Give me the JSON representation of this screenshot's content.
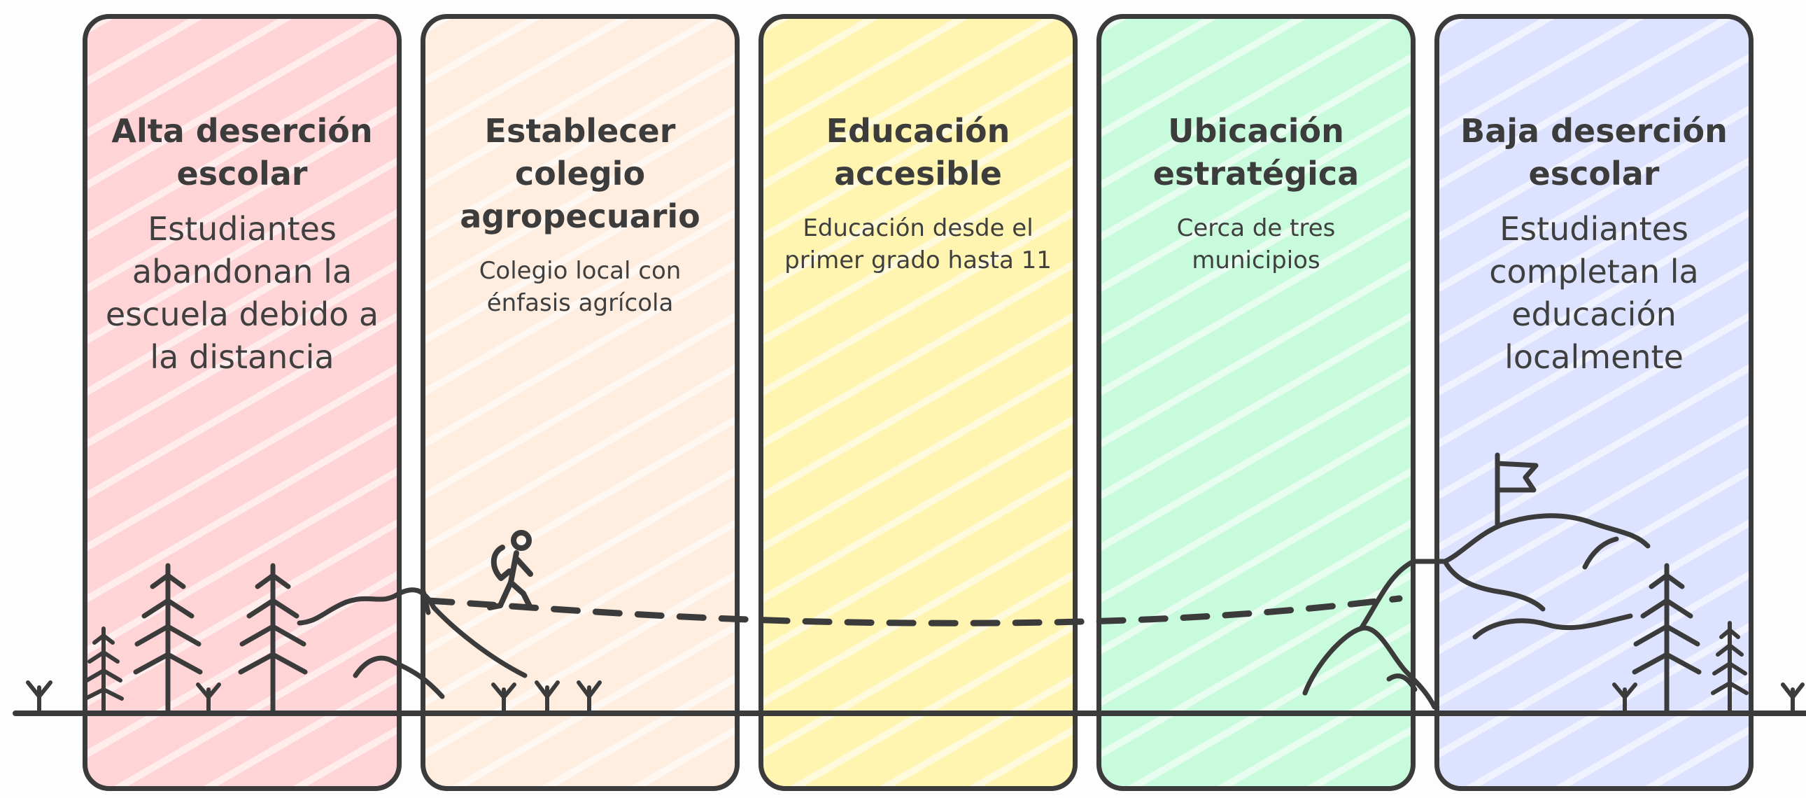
{
  "stages": [
    {
      "id": "alta-desercion",
      "title": "Alta deserción escolar",
      "description": "Estudiantes abandonan la escuela debido a la distancia",
      "description_size": "large",
      "fill_color": "#ffd4d6"
    },
    {
      "id": "establecer-colegio",
      "title": "Establecer colegio agropecuario",
      "description": "Colegio local con énfasis agrícola",
      "description_size": "small",
      "fill_color": "#ffeee0"
    },
    {
      "id": "educacion-accesible",
      "title": "Educación accesible",
      "description": "Educación desde el primer grado hasta 11",
      "description_size": "small",
      "fill_color": "#fff4b0"
    },
    {
      "id": "ubicacion-estrategica",
      "title": "Ubicación estratégica",
      "description": "Cerca de tres municipios",
      "description_size": "small",
      "fill_color": "#c8fbdc"
    },
    {
      "id": "baja-desercion",
      "title": "Baja deserción escolar",
      "description": "Estudiantes completan la educación localmente",
      "description_size": "large",
      "fill_color": "#dde3ff"
    }
  ],
  "colors": {
    "stroke": "#3b3b3b",
    "background": "#fdfdfd"
  },
  "illustration": {
    "icons": [
      "pine-tree-icon",
      "hill-icon",
      "hiker-icon",
      "mountain-with-flag-icon",
      "grass-sprout-icon"
    ],
    "path_style": "dashed"
  }
}
